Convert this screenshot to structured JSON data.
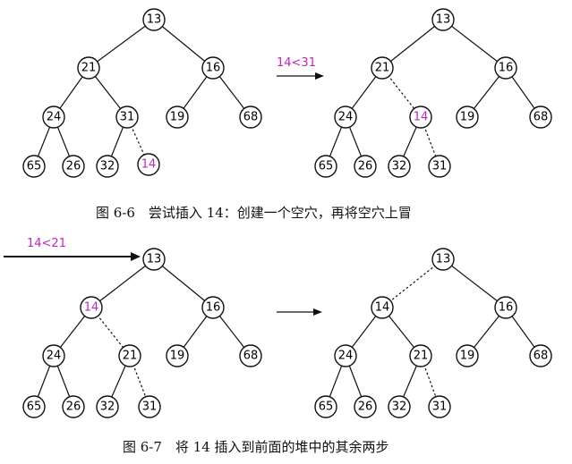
{
  "colors": {
    "ink": "#111111",
    "highlight": "#c026c0"
  },
  "figure_6_6": {
    "caption": "图 6-6　尝试插入 14：创建一个空穴，再将空穴上冒",
    "transition_label": "14<31",
    "before": {
      "root": "13",
      "n1": "21",
      "n2": "16",
      "n3": "24",
      "n4": "31",
      "n5": "19",
      "n6": "68",
      "n7": "65",
      "n8": "26",
      "n9": "32",
      "n10": "14"
    },
    "after": {
      "root": "13",
      "n1": "21",
      "n2": "16",
      "n3": "24",
      "n4": "14",
      "n5": "19",
      "n6": "68",
      "n7": "65",
      "n8": "26",
      "n9": "32",
      "n10": "31"
    }
  },
  "figure_6_7": {
    "caption": "图 6-7　将 14 插入到前面的堆中的其余两步",
    "comparison_label": "14<21",
    "before": {
      "root": "13",
      "n1": "14",
      "n2": "16",
      "n3": "24",
      "n4": "21",
      "n5": "19",
      "n6": "68",
      "n7": "65",
      "n8": "26",
      "n9": "32",
      "n10": "31"
    },
    "after": {
      "root": "13",
      "n1": "14",
      "n2": "16",
      "n3": "24",
      "n4": "21",
      "n5": "19",
      "n6": "68",
      "n7": "65",
      "n8": "26",
      "n9": "32",
      "n10": "31"
    }
  }
}
